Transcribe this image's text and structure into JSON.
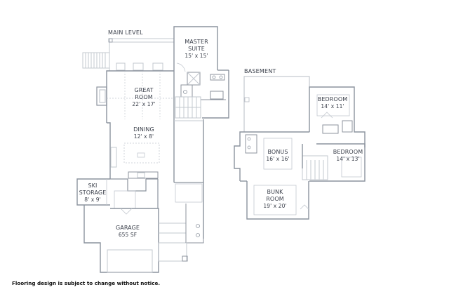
{
  "main_level": {
    "title": "MAIN LEVEL",
    "rooms": [
      {
        "name": "MASTER SUITE",
        "line1": "MASTER",
        "line2": "SUITE",
        "dim": "15' x 15'"
      },
      {
        "name": "GREAT ROOM",
        "line1": "GREAT",
        "line2": "ROOM",
        "dim": "22' x 17'"
      },
      {
        "name": "DINING",
        "line1": "DINING",
        "dim": "12' x 8'"
      },
      {
        "name": "SKI STORAGE",
        "line1": "SKI",
        "line2": "STORAGE",
        "dim": "8' x 9'"
      },
      {
        "name": "GARAGE",
        "line1": "GARAGE",
        "dim": "655 SF"
      }
    ]
  },
  "basement": {
    "title": "BASEMENT",
    "rooms": [
      {
        "name": "BEDROOM",
        "line1": "BEDROOM",
        "dim": "14' x 11'"
      },
      {
        "name": "BONUS",
        "line1": "BONUS",
        "dim": "16' x 16'"
      },
      {
        "name": "BEDROOM",
        "line1": "BEDROOM",
        "dim": "14' x 13'"
      },
      {
        "name": "BUNK ROOM",
        "line1": "BUNK",
        "line2": "ROOM",
        "dim": "19' x 20'"
      }
    ]
  },
  "footer": {
    "notice": "Flooring design is subject to change without notice."
  },
  "colors": {
    "wall": "#8c939e",
    "thin": "#c3c8cf",
    "text": "#3a3f4a"
  }
}
